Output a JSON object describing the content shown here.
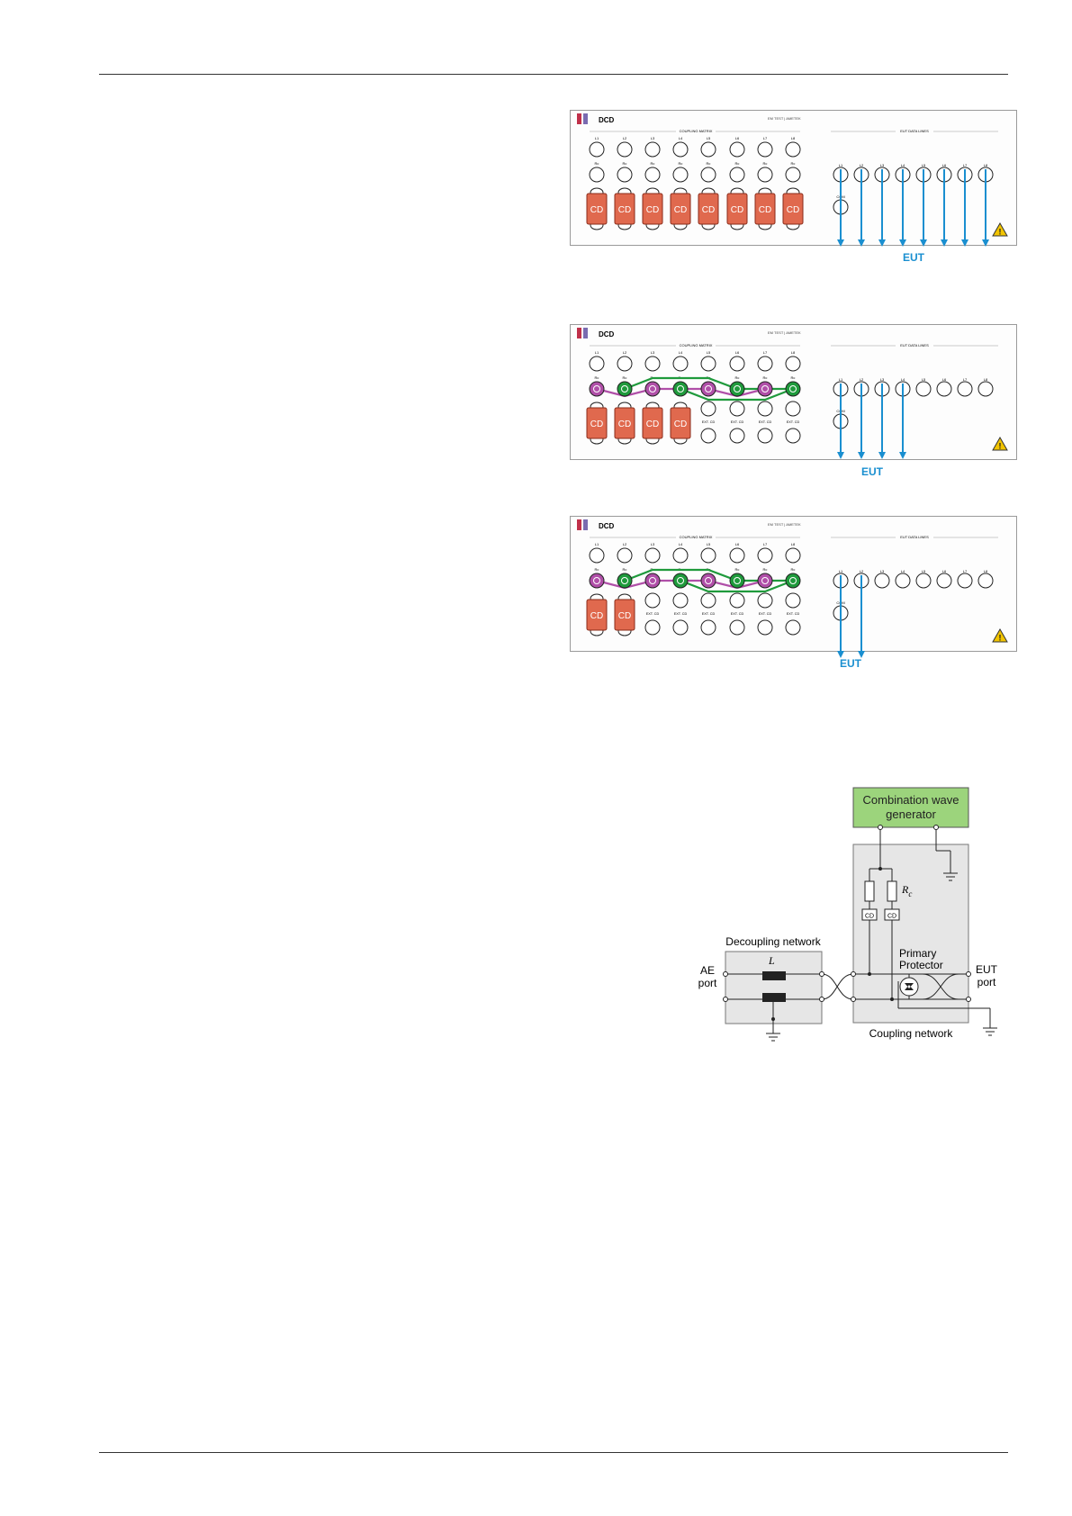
{
  "panel": {
    "title": "DCD",
    "brand": "EM TEST | AMETEK",
    "matrix_title": "COUPLING MATRIX",
    "lines_title": "EUT DATA LINES",
    "line_labels": [
      "L1",
      "L2",
      "L3",
      "L4",
      "L5",
      "L6",
      "L7",
      "L8"
    ],
    "rc_label": "Rc",
    "cd_label": "CD",
    "ext_label": "EXT. CD",
    "com_label": "COM",
    "eut_label": "EUT"
  },
  "circuit": {
    "generator": [
      "Combination wave",
      "generator"
    ],
    "decoupling_label": "Decoupling network",
    "inductor": "L",
    "resistor": "R",
    "resistor_sub": "c",
    "cd": "CD",
    "ae_port": [
      "AE",
      "port"
    ],
    "protector": [
      "Primary",
      "Protector"
    ],
    "eut_port": [
      "EUT",
      "port"
    ],
    "coupling_label": "Coupling network"
  },
  "colors": {
    "cd_fill": "#e0694e",
    "arrow": "#1a8fd0",
    "green": "#1f9a3c",
    "magenta": "#b04fa8",
    "generator_fill": "#9cd47c"
  }
}
